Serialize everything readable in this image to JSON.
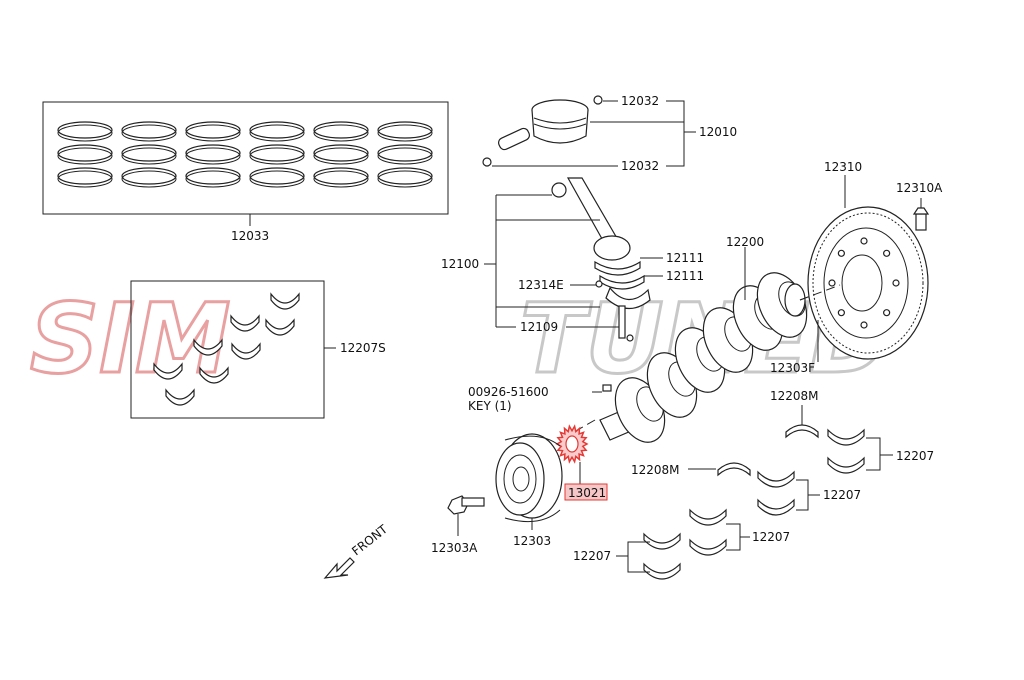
{
  "watermark": {
    "left": "SIM",
    "right": "TUNED",
    "left_color": "#e8a0a0",
    "right_color": "#c8c8c8"
  },
  "highlight_color": "#e53935",
  "labels": {
    "piston_rings": "12033",
    "bearing_set": "12207S",
    "snap_ring_top": "12032",
    "snap_ring_bottom": "12032",
    "piston": "12010",
    "conrod": "12100",
    "conrod_bearing_upper": "12111",
    "conrod_bearing_lower": "12111",
    "conrod_nut": "12314E",
    "conrod_bolt": "12109",
    "crankshaft": "12200",
    "flywheel": "12310",
    "flywheel_bolt": "12310A",
    "plug": "12303F",
    "key_part": "00926-51600",
    "key_text": "KEY (1)",
    "sprocket": "13021",
    "pulley": "12303",
    "pulley_bolt": "12303A",
    "thrust_washer_1": "12208M",
    "thrust_washer_2": "12208M",
    "main_bearing_1": "12207",
    "main_bearing_2": "12207",
    "main_bearing_3": "12207",
    "main_bearing_4": "12207",
    "front": "FRONT"
  }
}
